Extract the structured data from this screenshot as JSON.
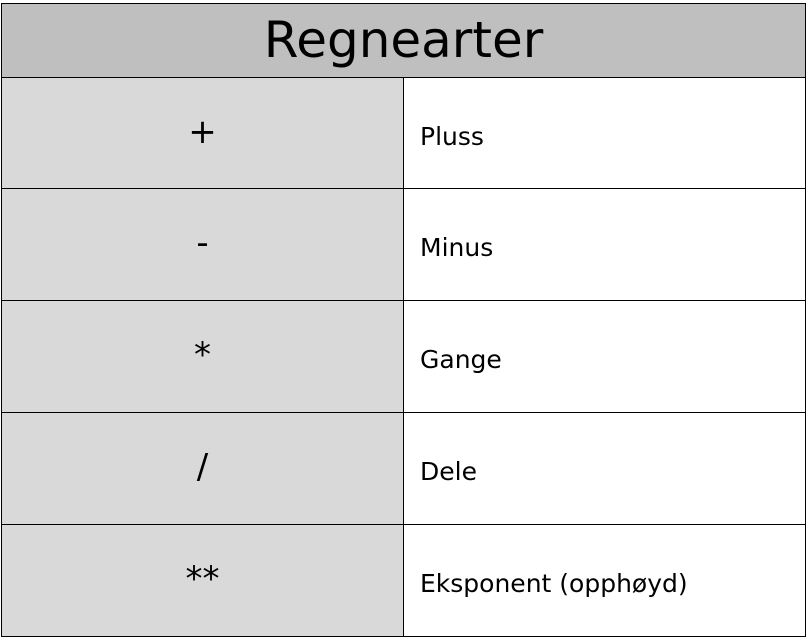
{
  "table": {
    "title": "Regnearter",
    "rows": [
      {
        "symbol": "+",
        "name": "Pluss"
      },
      {
        "symbol": "-",
        "name": "Minus"
      },
      {
        "symbol": "*",
        "name": "Gange"
      },
      {
        "symbol": "/",
        "name": "Dele"
      },
      {
        "symbol": "**",
        "name": "Eksponent (opphøyd)"
      }
    ]
  },
  "colors": {
    "header_bg": "#bfbfbf",
    "symbol_bg": "#d9d9d9",
    "name_bg": "#ffffff",
    "border": "#000000"
  }
}
